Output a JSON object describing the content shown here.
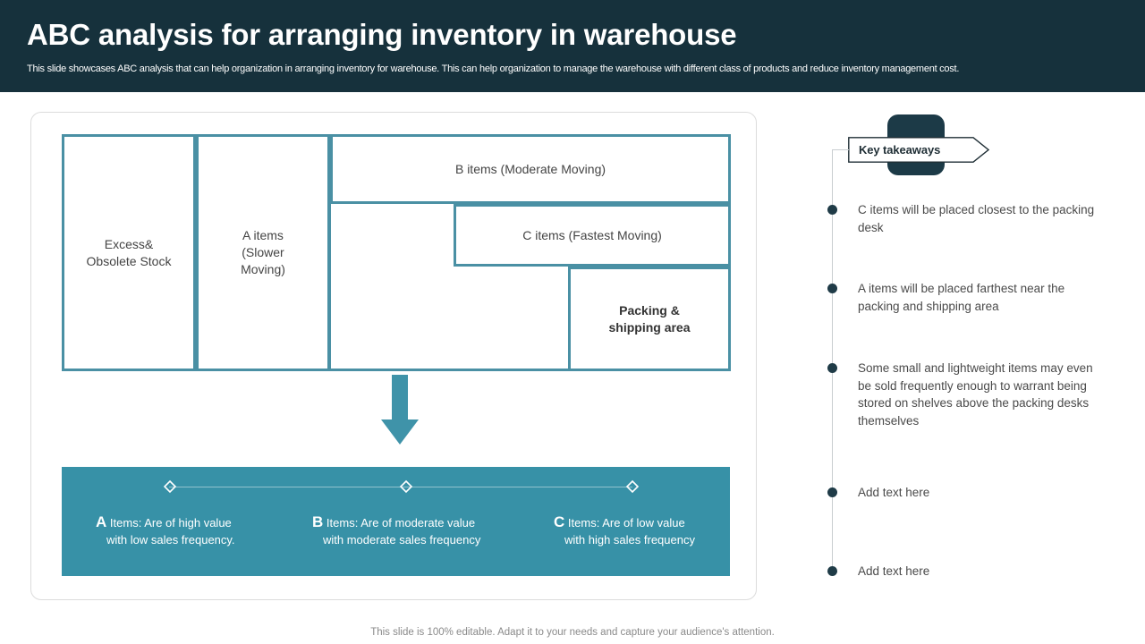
{
  "header": {
    "title": "ABC analysis for arranging inventory in warehouse",
    "subtitle": "This slide showcases ABC analysis that can help organization in arranging inventory for warehouse. This can help organization to manage the warehouse with different class of products and reduce inventory management cost."
  },
  "colors": {
    "header_bg": "#16313c",
    "teal_border": "#4a90a4",
    "banner_teal": "#3791a7",
    "dark_block": "#1c3a47",
    "bullet": "#1f3b47",
    "card_border": "#dcdcdc"
  },
  "warehouse": {
    "excess_stock": "Excess&\nObsolete Stock",
    "excess_stock_line1": "Excess&",
    "excess_stock_line2": "Obsolete Stock",
    "a_items_line1": "A items",
    "a_items_line2": "(Slower",
    "a_items_line3": "Moving)",
    "b_items": "B items (Moderate Moving)",
    "c_items": "C items (Fastest Moving)",
    "packing_line1": "Packing &",
    "packing_line2": "shipping area",
    "arrow_icon": "arrow-down-icon"
  },
  "abc_banner": {
    "items": [
      {
        "letter": "A",
        "prefix": "Items:",
        "line1": "Are of high value",
        "line2": "with low sales frequency."
      },
      {
        "letter": "B",
        "prefix": "Items:",
        "line1": "Are of moderate value",
        "line2": "with moderate sales frequency"
      },
      {
        "letter": "C",
        "prefix": "Items:",
        "line1": "Are of low value",
        "line2": "with high sales frequency"
      }
    ],
    "marker_icon": "diamond-marker-icon"
  },
  "key_takeaways": {
    "title": "Key takeaways",
    "items": [
      {
        "text": "C items will be placed closest to the packing desk"
      },
      {
        "text": "A items will be placed farthest near the packing and shipping area"
      },
      {
        "text": "Some small and lightweight items may even be sold frequently  enough to warrant  being stored on shelves above the packing desks themselves"
      },
      {
        "text": "Add text here"
      },
      {
        "text": "Add text here"
      }
    ]
  },
  "footer": {
    "note": "This slide is 100% editable. Adapt it to your needs and capture your audience's attention."
  }
}
